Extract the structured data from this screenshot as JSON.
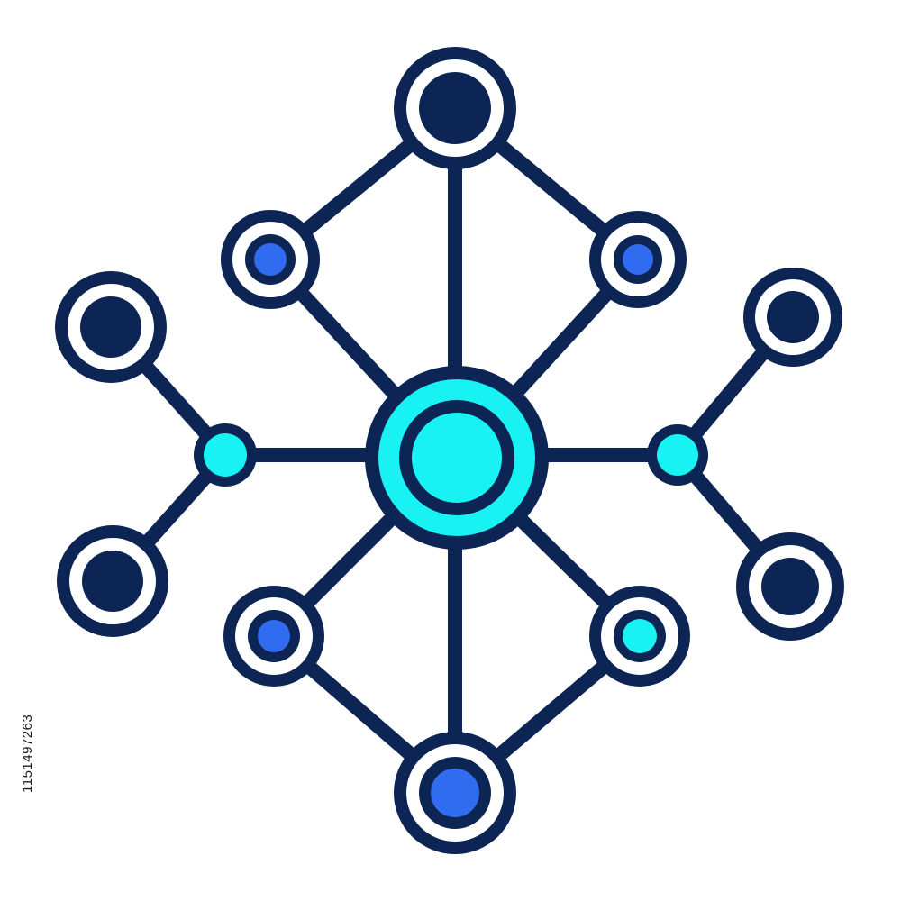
{
  "image_id_text": "1151497263",
  "colors": {
    "navy": "#0d2554",
    "cyan": "#19f2f2",
    "blue": "#2f6cf0",
    "white": "#ffffff"
  },
  "icon": {
    "name": "network-nodes-icon",
    "center_node_fill": "cyan",
    "outer_nodes": [
      {
        "id": "top",
        "fill": "navy"
      },
      {
        "id": "upper-left",
        "fill": "blue"
      },
      {
        "id": "upper-right",
        "fill": "blue"
      },
      {
        "id": "far-left-top",
        "fill": "navy"
      },
      {
        "id": "far-left-bottom",
        "fill": "navy"
      },
      {
        "id": "far-right-top",
        "fill": "navy"
      },
      {
        "id": "far-right-bottom",
        "fill": "navy"
      },
      {
        "id": "lower-left",
        "fill": "blue"
      },
      {
        "id": "lower-right",
        "fill": "cyan"
      },
      {
        "id": "bottom",
        "fill": "blue"
      }
    ],
    "hub_nodes": [
      {
        "id": "left-hub",
        "fill": "cyan"
      },
      {
        "id": "right-hub",
        "fill": "cyan"
      }
    ]
  }
}
